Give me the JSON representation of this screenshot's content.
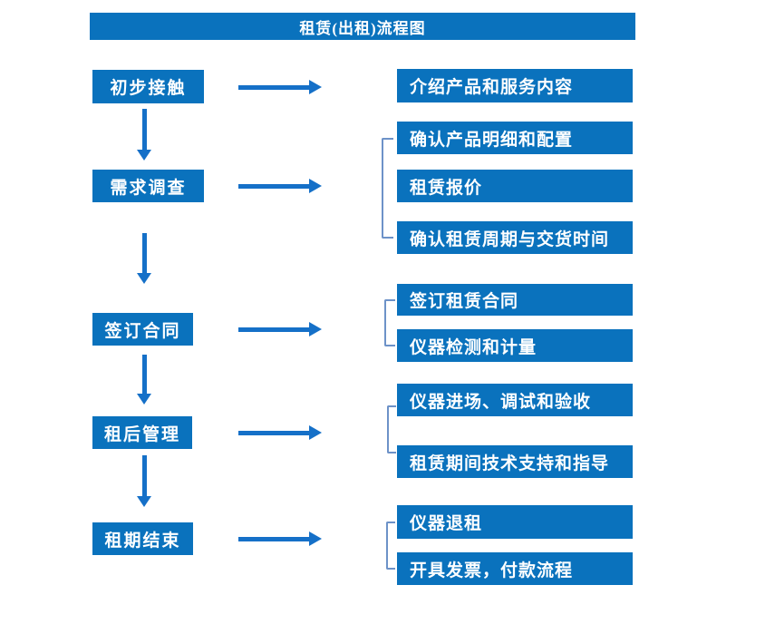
{
  "title": "租赁(出租)流程图",
  "colors": {
    "box_blue": "#0a72bd",
    "arrow_blue": "#1570c8",
    "bracket_blue": "#6d92c8",
    "text_white": "#ffffff"
  },
  "left_steps": [
    {
      "label": "初步接触"
    },
    {
      "label": "需求调查"
    },
    {
      "label": "签订合同"
    },
    {
      "label": "租后管理"
    },
    {
      "label": "租期结束"
    }
  ],
  "right_groups": [
    {
      "items": [
        {
          "label": "介绍产品和服务内容"
        }
      ]
    },
    {
      "items": [
        {
          "label": "确认产品明细和配置"
        },
        {
          "label": "租赁报价"
        },
        {
          "label": "确认租赁周期与交货时间"
        }
      ]
    },
    {
      "items": [
        {
          "label": "签订租赁合同"
        },
        {
          "label": "仪器检测和计量"
        }
      ]
    },
    {
      "items": [
        {
          "label": "仪器进场、调试和验收"
        },
        {
          "label": "租赁期间技术支持和指导"
        }
      ]
    },
    {
      "items": [
        {
          "label": "仪器退租"
        },
        {
          "label": "开具发票，付款流程"
        }
      ]
    }
  ]
}
